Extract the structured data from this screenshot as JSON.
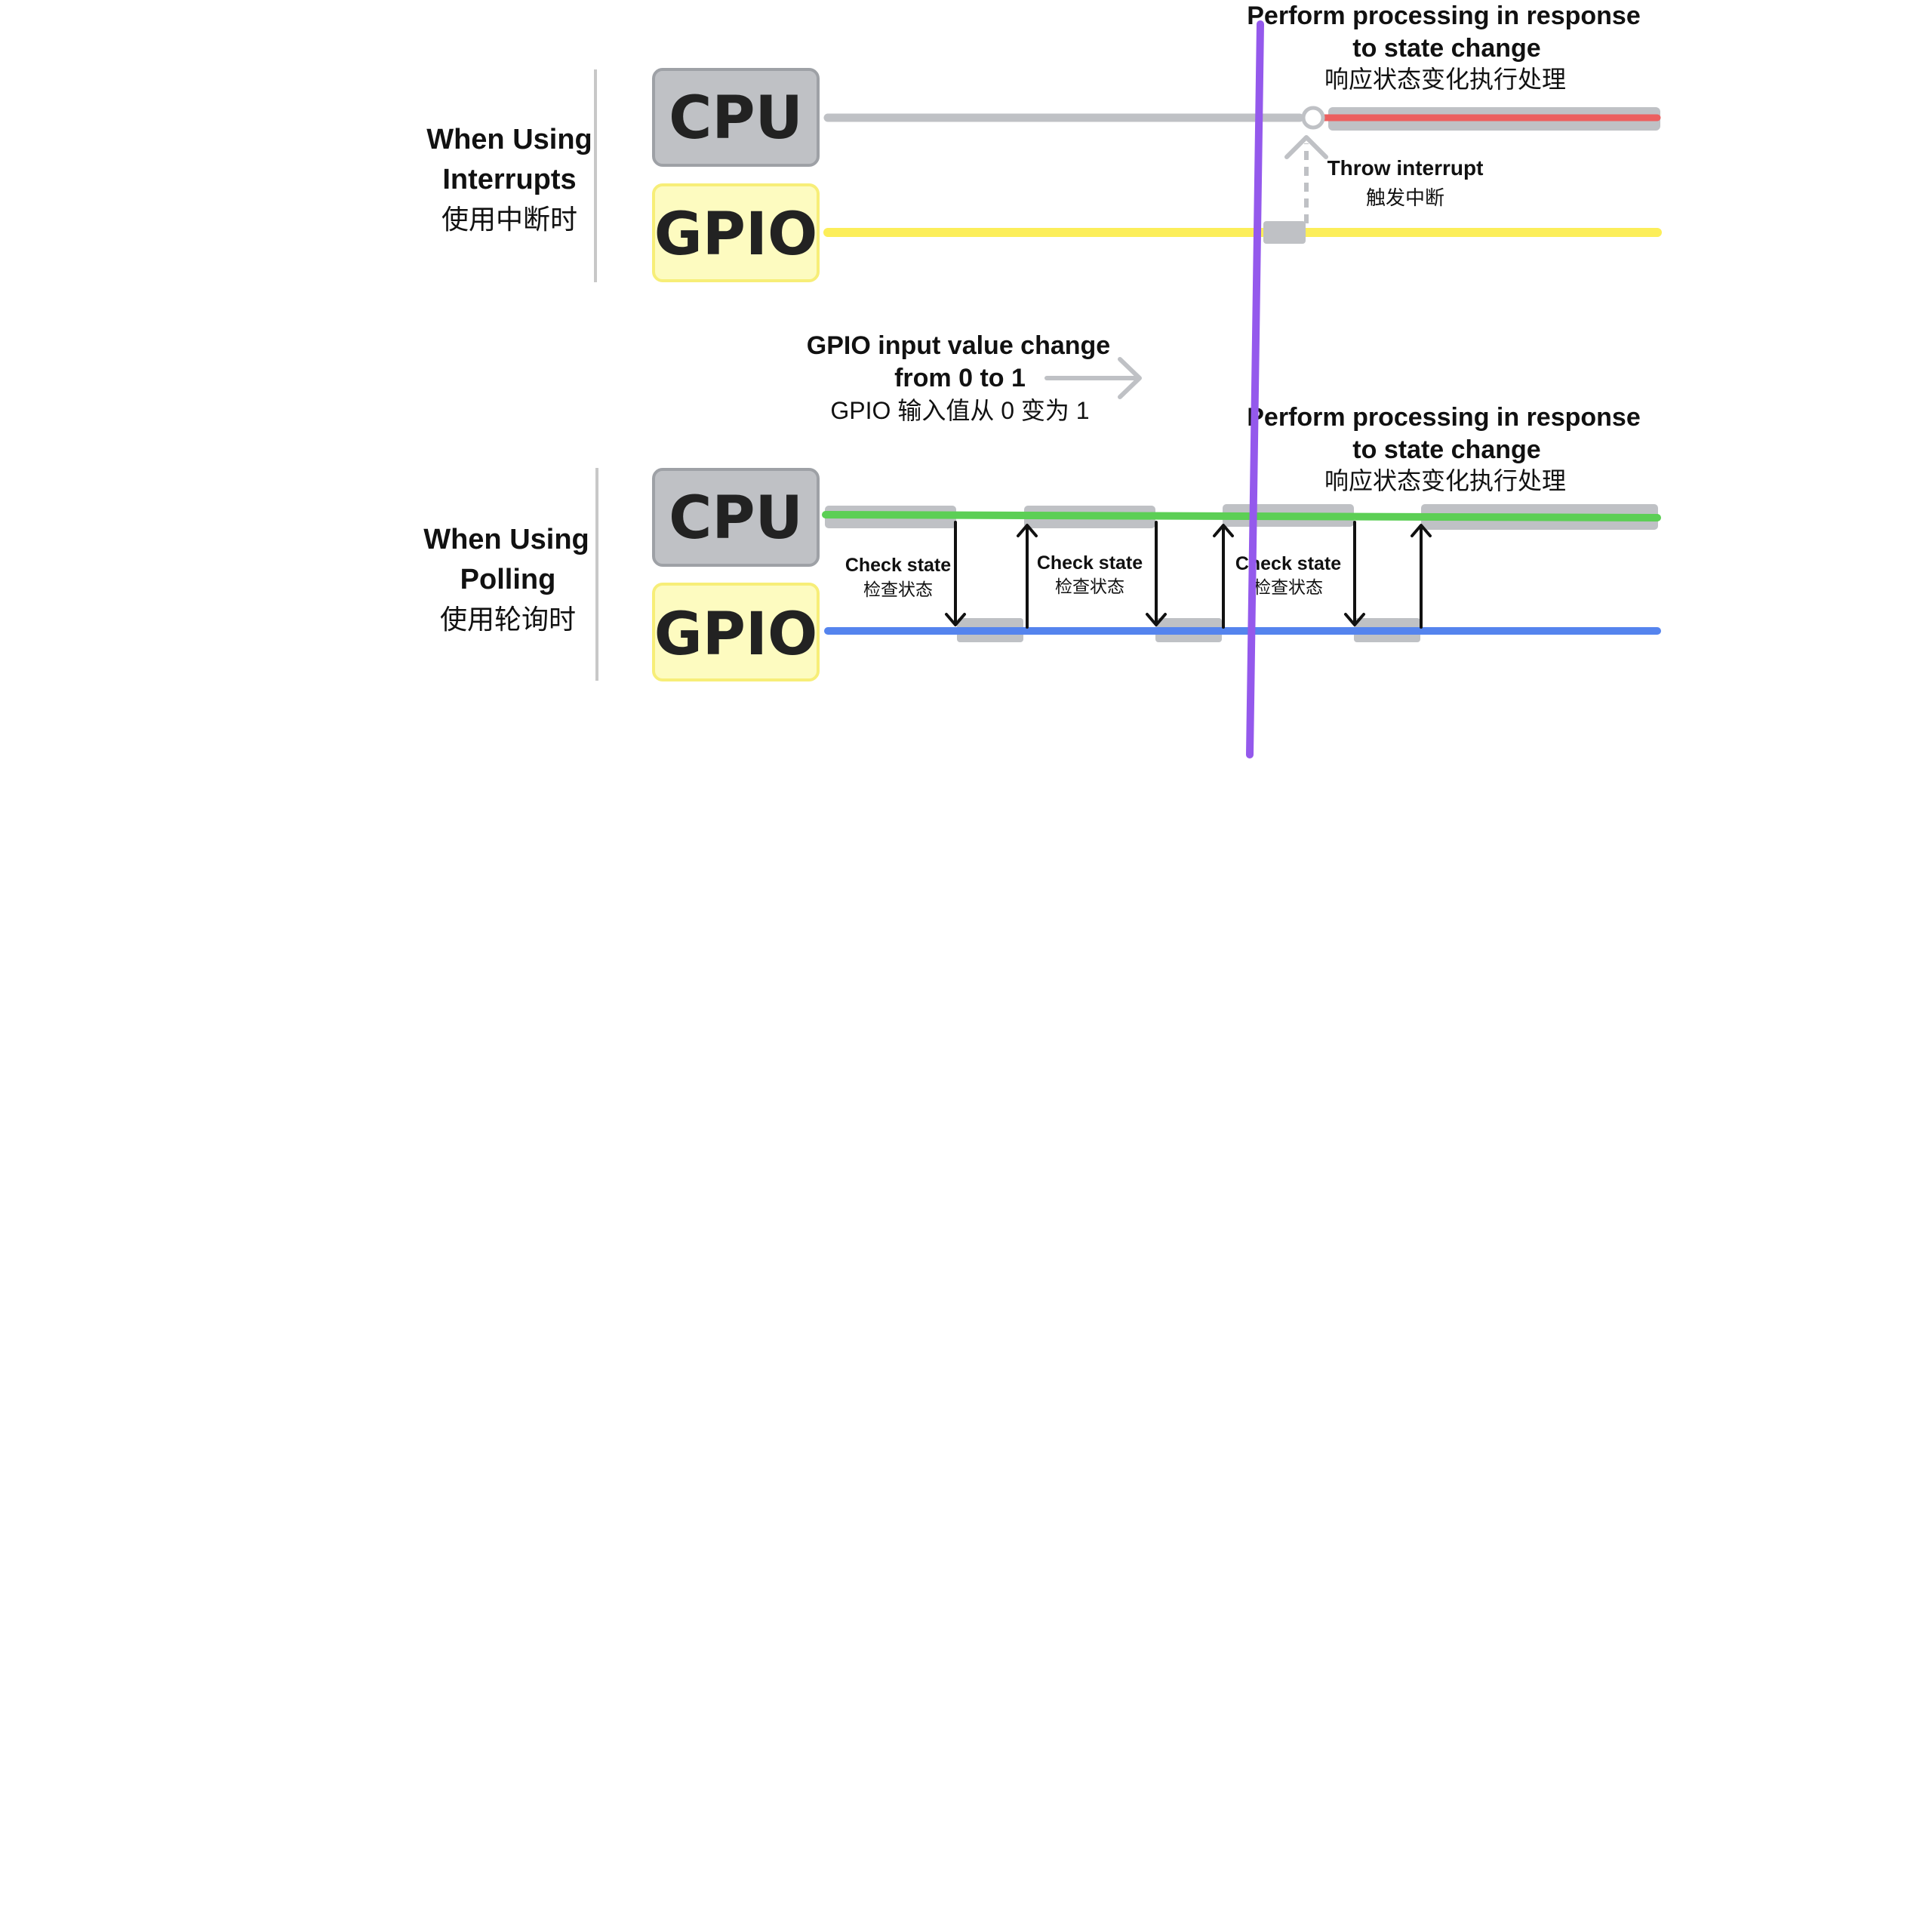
{
  "interrupt_section": {
    "label_line1": "When Using",
    "label_line2": "Interrupts",
    "label_cn": "使用中断时",
    "cpu_label": "CPU",
    "gpio_label": "GPIO",
    "response_line1": "Perform processing in response",
    "response_line2": "to state change",
    "response_cn": "响应状态变化执行处理",
    "throw_label": "Throw interrupt",
    "throw_cn": "触发中断"
  },
  "change_annotation": {
    "line1": "GPIO input value change",
    "line2": "from 0 to 1",
    "line_cn": "GPIO 输入值从 0 变为 1"
  },
  "polling_section": {
    "label_line1": "When Using",
    "label_line2": "Polling",
    "label_cn": "使用轮询时",
    "cpu_label": "CPU",
    "gpio_label": "GPIO",
    "response_line1": "Perform processing in response",
    "response_line2": "to state change",
    "response_cn": "响应状态变化执行处理",
    "checks": [
      {
        "label": "Check state",
        "label_cn": "检查状态"
      },
      {
        "label": "Check state",
        "label_cn": "检查状态"
      },
      {
        "label": "Check state",
        "label_cn": "检查状态"
      }
    ]
  },
  "colors": {
    "cpu_box": "#bfc1c5",
    "gpio_box": "#fdfbc0",
    "gpio_line_interrupt": "#fcee5a",
    "gpio_line_polling": "#5584ee",
    "cpu_active": "#5ccf55",
    "interrupt_response": "#ec5f5f",
    "state_change_marker": "#9459ec",
    "idle_gray": "#bfc1c5"
  }
}
